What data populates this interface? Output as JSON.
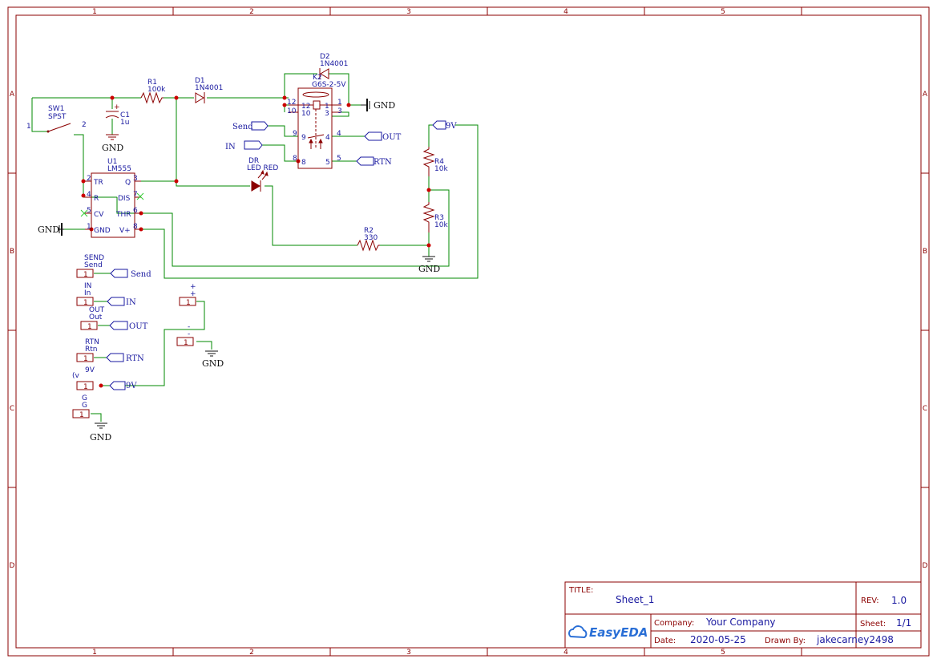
{
  "zones": {
    "columns": [
      "1",
      "2",
      "3",
      "4",
      "5"
    ],
    "rows": [
      "A",
      "B",
      "C",
      "D"
    ]
  },
  "components": {
    "sw1": {
      "ref": "SW1",
      "value": "SPST",
      "pin1": "1",
      "pin2": "2"
    },
    "r1": {
      "ref": "R1",
      "value": "100k"
    },
    "d1": {
      "ref": "D1",
      "value": "1N4001"
    },
    "d2": {
      "ref": "D2",
      "value": "1N4001"
    },
    "c1": {
      "ref": "C1",
      "value": "1u",
      "plus": "+"
    },
    "k2": {
      "ref": "K2",
      "value": "G6S-2-5V"
    },
    "u1": {
      "ref": "U1",
      "value": "LM555"
    },
    "dr": {
      "ref": "DR",
      "value": "LED RED"
    },
    "r2": {
      "ref": "R2",
      "value": "330"
    },
    "r3": {
      "ref": "R3",
      "value": "10k"
    },
    "r4": {
      "ref": "R4",
      "value": "10k"
    }
  },
  "u1_pins": {
    "tr": "TR",
    "r": "R",
    "cv": "CV",
    "gnd": "GND",
    "q": "Q",
    "dis": "DIS",
    "thr": "THR",
    "vplus": "V+",
    "n2": "2",
    "n4": "4",
    "n5": "5",
    "n1": "1",
    "n3": "3",
    "n7": "7",
    "n6": "6",
    "n8": "8"
  },
  "k2_pins": {
    "p12": "12",
    "p10": "10",
    "p1": "1",
    "p3": "3",
    "p9": "9",
    "p4": "4",
    "p8": "8",
    "p5": "5"
  },
  "net_labels": {
    "gnd": "GND",
    "send": "Send",
    "in": "IN",
    "out": "OUT",
    "rtn": "RTN",
    "v9": "9V"
  },
  "headers": [
    {
      "ref": "SEND",
      "value": "Send",
      "pin": "1"
    },
    {
      "ref": "IN",
      "value": "In",
      "pin": "1"
    },
    {
      "ref": "OUT",
      "value": "Out",
      "pin": "1"
    },
    {
      "ref": "RTN",
      "value": "Rtn",
      "pin": "1"
    },
    {
      "ref": "9V",
      "value": "(v",
      "pin": "1"
    },
    {
      "ref": "G",
      "value": "G",
      "pin": "1"
    }
  ],
  "battery": {
    "plus_ref": "+",
    "plus_value": "+",
    "plus_pin": "1",
    "minus_ref": "-",
    "minus_value": "-",
    "minus_pin": "1"
  },
  "title_block": {
    "title_label": "TITLE:",
    "title": "Sheet_1",
    "rev_label": "REV:",
    "rev": "1.0",
    "company_label": "Company:",
    "company": "Your Company",
    "sheet_label": "Sheet:",
    "sheet": "1/1",
    "date_label": "Date:",
    "date": "2020-05-25",
    "drawn_label": "Drawn By:",
    "drawn_by": "jakecarney2498",
    "logo_text": "EasyEDA"
  },
  "colors": {
    "frame": "#8b0000",
    "wire": "#008800",
    "label": "#1a1aa0",
    "junction": "#cc0000",
    "nc_mark": "#33cc33"
  }
}
